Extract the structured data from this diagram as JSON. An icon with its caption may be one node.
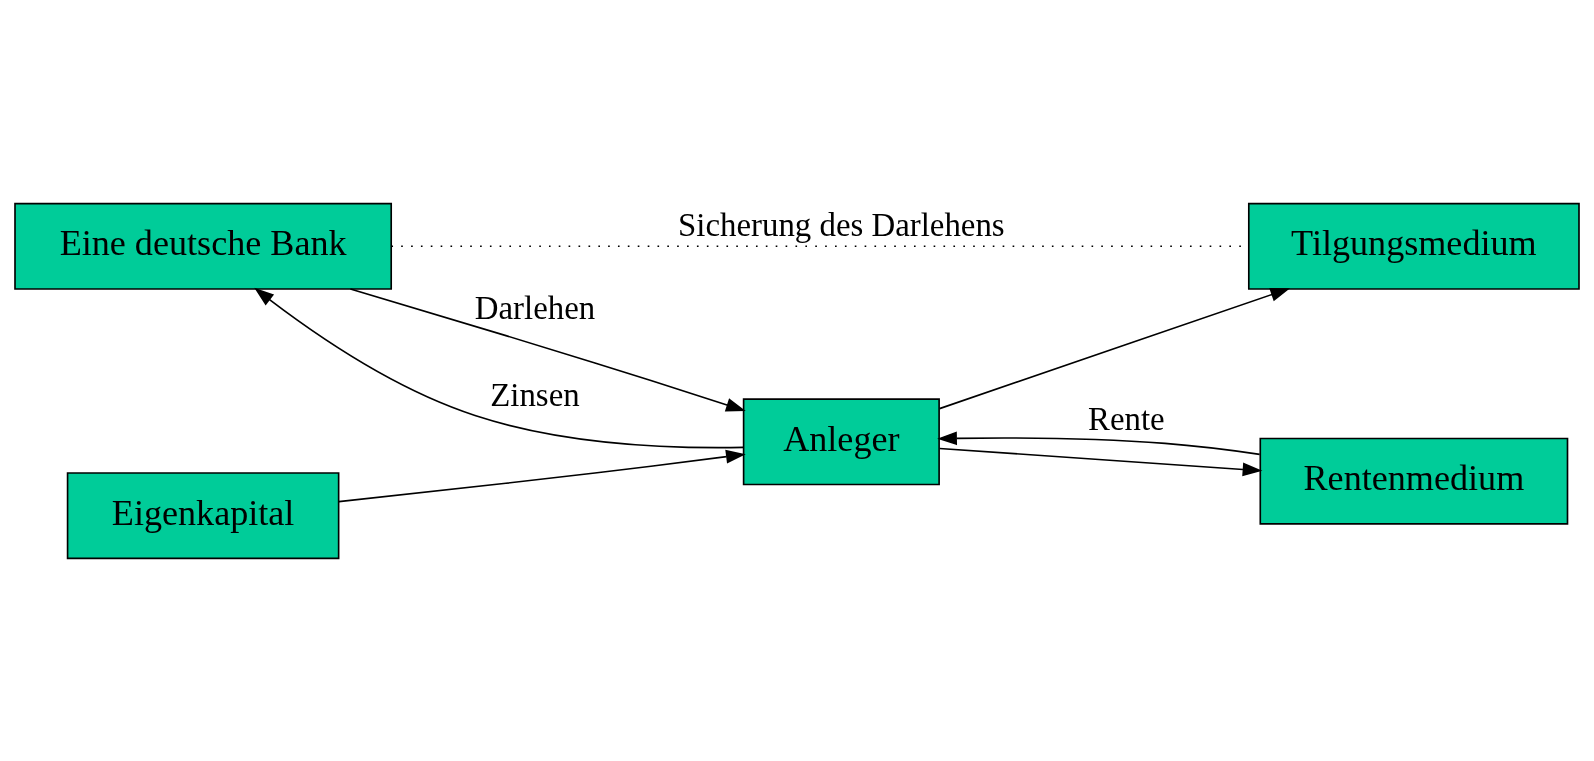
{
  "diagram": {
    "nodes": [
      {
        "text": [
          "Eine deutsche Bank"
        ]
      },
      {
        "text": [
          "Anleger"
        ]
      },
      {
        "text": [
          "Rentenmedium"
        ]
      },
      {
        "text": [
          "Tilgungsmedium"
        ]
      },
      {
        "text": [
          "Eigenkapital"
        ]
      }
    ],
    "edges": [
      {
        "from": 0,
        "to": 1,
        "arrow": "to",
        "label": "Darlehen"
      },
      {
        "from": 1,
        "to": 0,
        "arrow": "to",
        "label": "Zinsen"
      },
      {
        "from": 2,
        "to": 1,
        "arrow": "to",
        "label": "Rente"
      },
      {
        "from": 1,
        "to": 2,
        "arrow": "to"
      },
      {
        "from": 1,
        "to": 3,
        "arrow": "to"
      },
      {
        "from": 4,
        "to": 1,
        "arrow": "to"
      },
      {
        "from": 0,
        "to": 3,
        "arrow": "none",
        "style": "dashed",
        "label": "Sicherung des Darlehens"
      }
    ]
  }
}
